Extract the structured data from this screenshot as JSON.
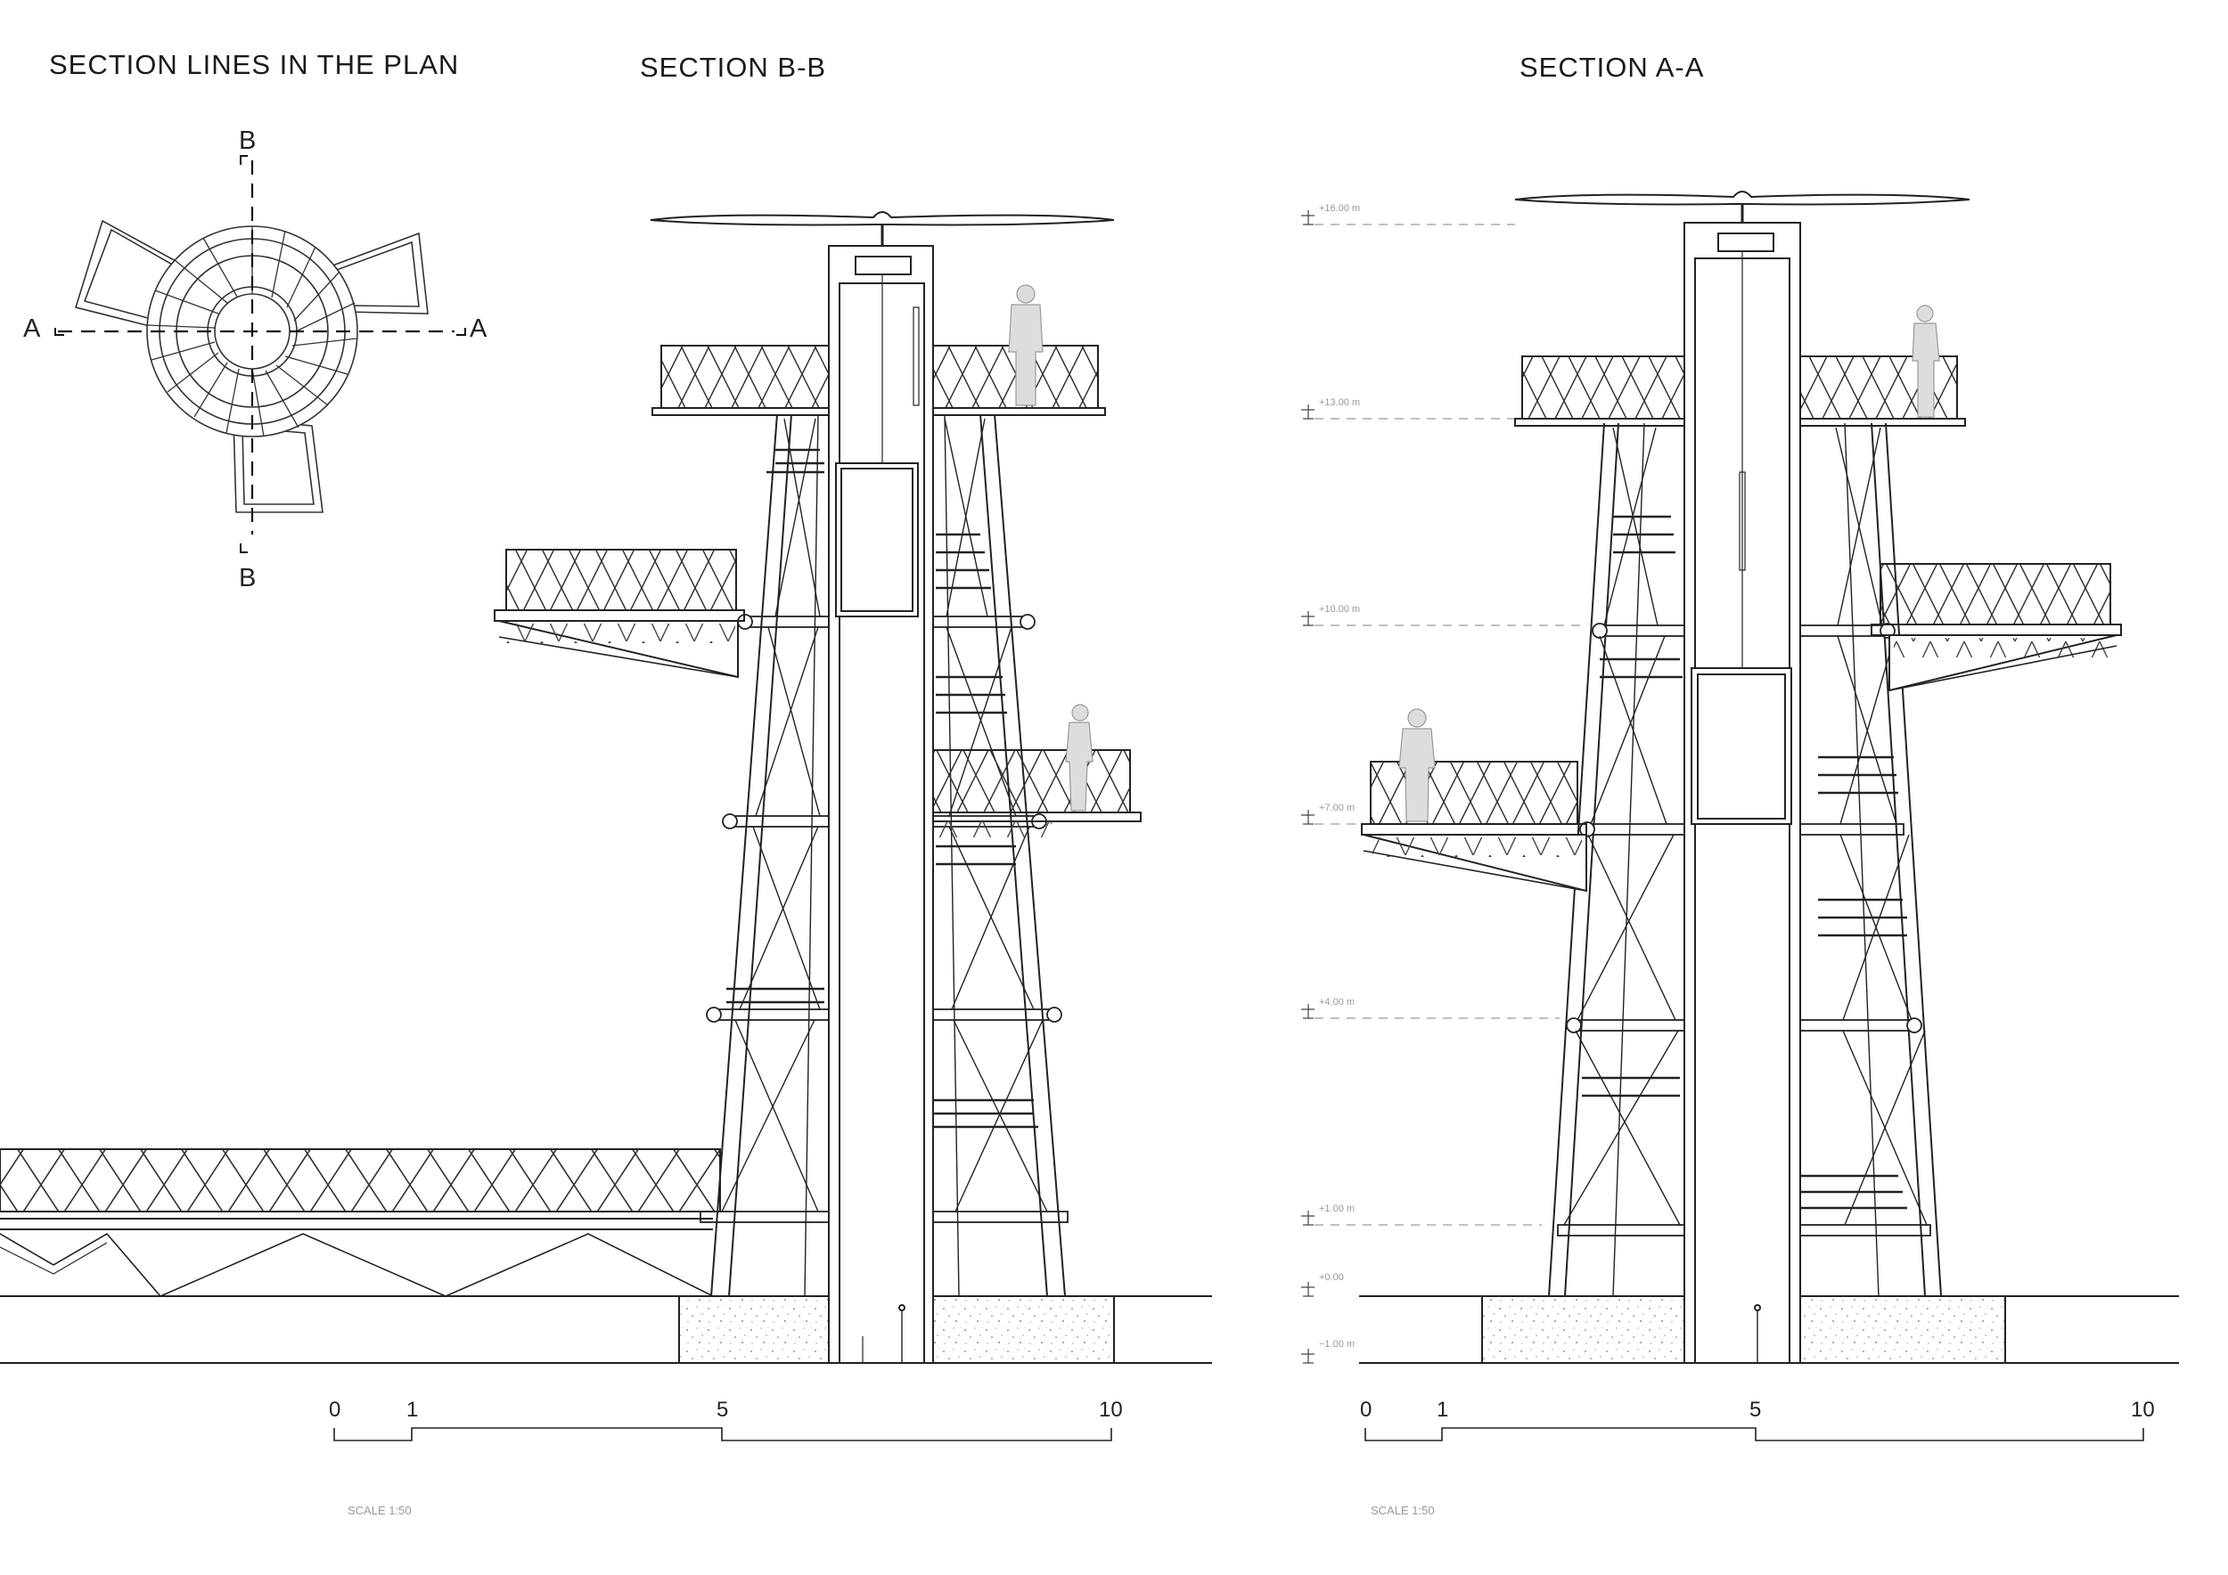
{
  "titles": {
    "plan": "SECTION LINES IN THE PLAN",
    "section_bb": "SECTION B-B",
    "section_aa": "SECTION A-A"
  },
  "plan": {
    "marker_b": "B",
    "marker_a": "A"
  },
  "scale_bar": {
    "ticks": [
      "0",
      "1",
      "5",
      "10"
    ],
    "note": "SCALE 1:50"
  },
  "levels": [
    "+16.00  m",
    "+13.00  m",
    "+10.00  m",
    "+7.00  m",
    "+4.00  m",
    "+1.00  m",
    "+0.00",
    "−1.00  m"
  ]
}
